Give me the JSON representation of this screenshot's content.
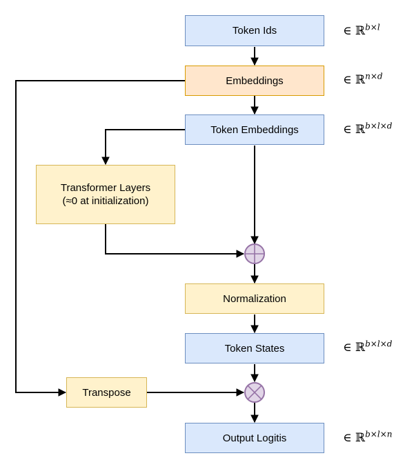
{
  "diagram": {
    "kind": "flowchart",
    "description": "Transformer model forward pass with tied embeddings"
  },
  "colors": {
    "background": "#ffffff",
    "text": "#000000",
    "connector": "#000000",
    "blue_fill": "#dae8fc",
    "blue_border": "#6c8ebf",
    "orange_fill": "#ffe6cc",
    "orange_border": "#d79b00",
    "yellow_fill": "#fff2cc",
    "yellow_border": "#d6b656",
    "purple_fill": "#e1d5e7",
    "purple_border": "#9673a6"
  },
  "nodes": {
    "token_ids": {
      "label": "Token Ids"
    },
    "embeddings": {
      "label": "Embeddings"
    },
    "token_embeddings": {
      "label": "Token Embeddings"
    },
    "transformer_layers": {
      "label": "Transformer Layers",
      "sublabel": "(≈0 at initialization)"
    },
    "normalization": {
      "label": "Normalization"
    },
    "token_states": {
      "label": "Token States"
    },
    "transpose": {
      "label": "Transpose"
    },
    "output_logits": {
      "label": "Output Logitis"
    }
  },
  "operators": {
    "add": {
      "symbol": "⊕",
      "name": "circled-plus"
    },
    "multiply": {
      "symbol": "⊗",
      "name": "circled-times"
    }
  },
  "annotations": {
    "token_ids": {
      "base": "∈ ℝ",
      "sup": "b×l"
    },
    "embeddings": {
      "base": "∈ ℝ",
      "sup": "n×d"
    },
    "token_embeddings": {
      "base": "∈ ℝ",
      "sup": "b×l×d"
    },
    "token_states": {
      "base": "∈ ℝ",
      "sup": "b×l×d"
    },
    "output_logits": {
      "base": "∈ ℝ",
      "sup": "b×l×n"
    }
  },
  "edges": [
    {
      "from": "token_ids",
      "to": "embeddings"
    },
    {
      "from": "embeddings",
      "to": "token_embeddings"
    },
    {
      "from": "embeddings",
      "to": "transpose"
    },
    {
      "from": "token_embeddings",
      "to": "transformer_layers"
    },
    {
      "from": "token_embeddings",
      "to": "add"
    },
    {
      "from": "transformer_layers",
      "to": "add"
    },
    {
      "from": "add",
      "to": "normalization"
    },
    {
      "from": "normalization",
      "to": "token_states"
    },
    {
      "from": "token_states",
      "to": "multiply"
    },
    {
      "from": "transpose",
      "to": "multiply"
    },
    {
      "from": "multiply",
      "to": "output_logits"
    }
  ]
}
